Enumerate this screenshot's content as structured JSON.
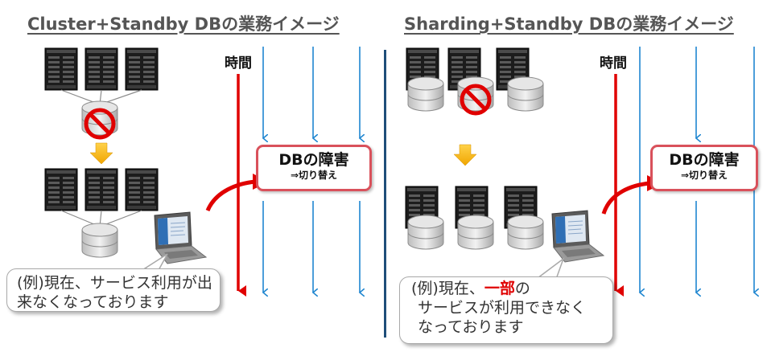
{
  "left": {
    "title": "Cluster+Standby DBの業務イメージ",
    "time_label": "時間",
    "failure": {
      "title": "DBの障害",
      "subtitle": "⇒切り替え"
    },
    "callout_text": "(例)現在、サービス利用が出来なくなっております"
  },
  "right": {
    "title": "Sharding+Standby DBの業務イメージ",
    "time_label": "時間",
    "failure": {
      "title": "DBの障害",
      "subtitle": "⇒切り替え"
    },
    "callout": {
      "prefix": "(例)現在、",
      "highlight": "一部",
      "suffix": "の",
      "line2": "サービスが利用できなく",
      "line3": "なっております"
    }
  },
  "icons": {
    "server": "server-rack-icon",
    "database": "database-cylinder-icon",
    "prohibited": "prohibited-sign-icon",
    "laptop": "laptop-icon",
    "down_arrow": "down-arrow-icon"
  },
  "colors": {
    "time_arrow": "#e00000",
    "blue_arrow": "#1f86d0",
    "failure_border": "#d9515b",
    "highlight": "#e00000",
    "divider": "#1f4e79",
    "title": "#555555"
  }
}
